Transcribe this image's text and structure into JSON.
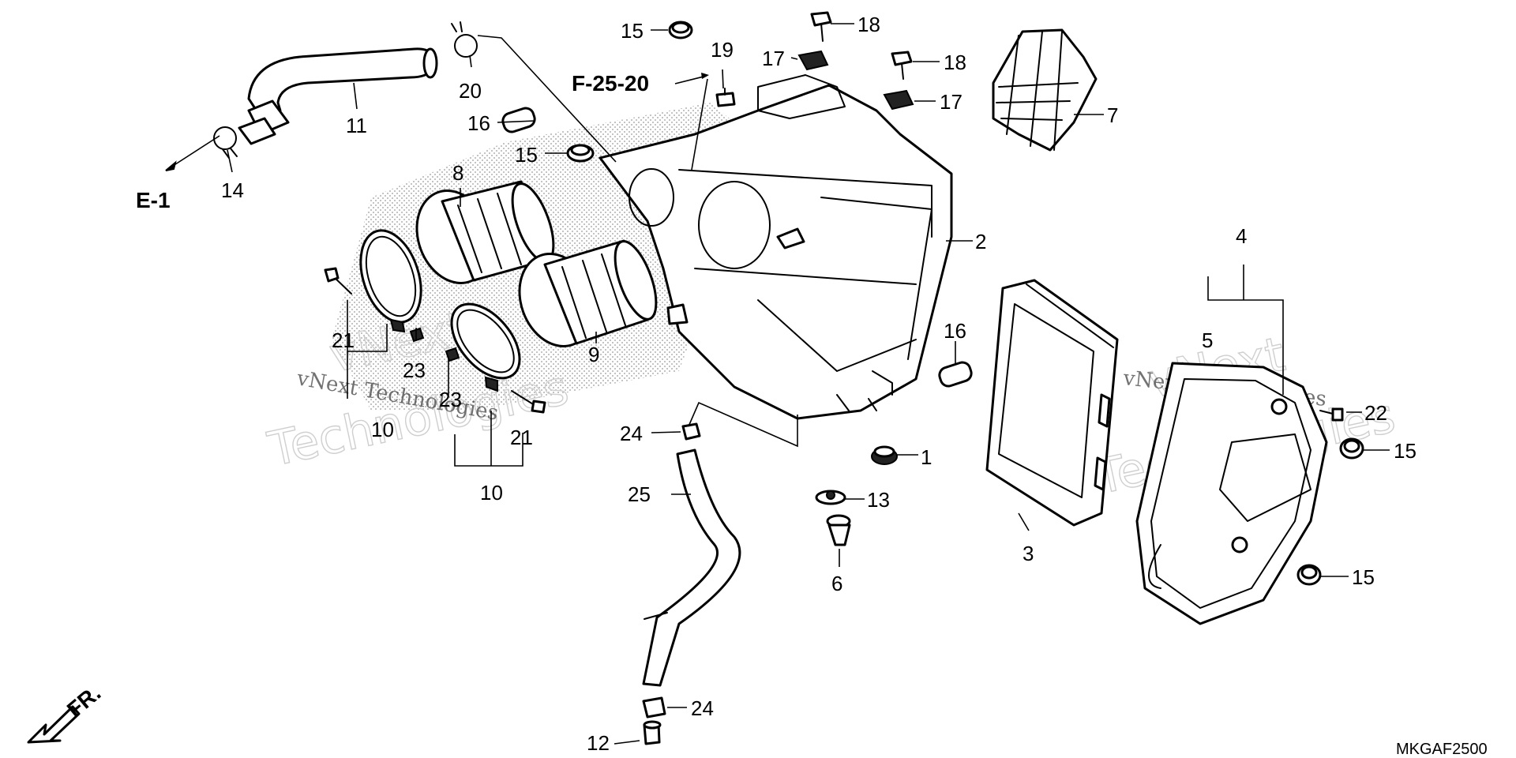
{
  "diagram": {
    "part_callouts": {
      "p1": "1",
      "p2": "2",
      "p3": "3",
      "p4": "4",
      "p5": "5",
      "p6": "6",
      "p7": "7",
      "p8": "8",
      "p9": "9",
      "p10a": "10",
      "p10b": "10",
      "p11": "11",
      "p12": "12",
      "p13": "13",
      "p14": "14",
      "p15a": "15",
      "p15b": "15",
      "p15c": "15",
      "p15d": "15",
      "p16a": "16",
      "p16b": "16",
      "p17a": "17",
      "p17b": "17",
      "p18a": "18",
      "p18b": "18",
      "p19": "19",
      "p20": "20",
      "p21a": "21",
      "p21b": "21",
      "p22": "22",
      "p23a": "23",
      "p23b": "23",
      "p24a": "24",
      "p24b": "24",
      "p25": "25"
    },
    "references": {
      "f_ref": "F-25-20",
      "e_ref": "E-1"
    },
    "direction_label": "FR.",
    "drawing_code": "MKGAF2500",
    "watermark": {
      "line1": "vNext",
      "line2": "Technologies",
      "small": "vNext Technologies"
    }
  }
}
